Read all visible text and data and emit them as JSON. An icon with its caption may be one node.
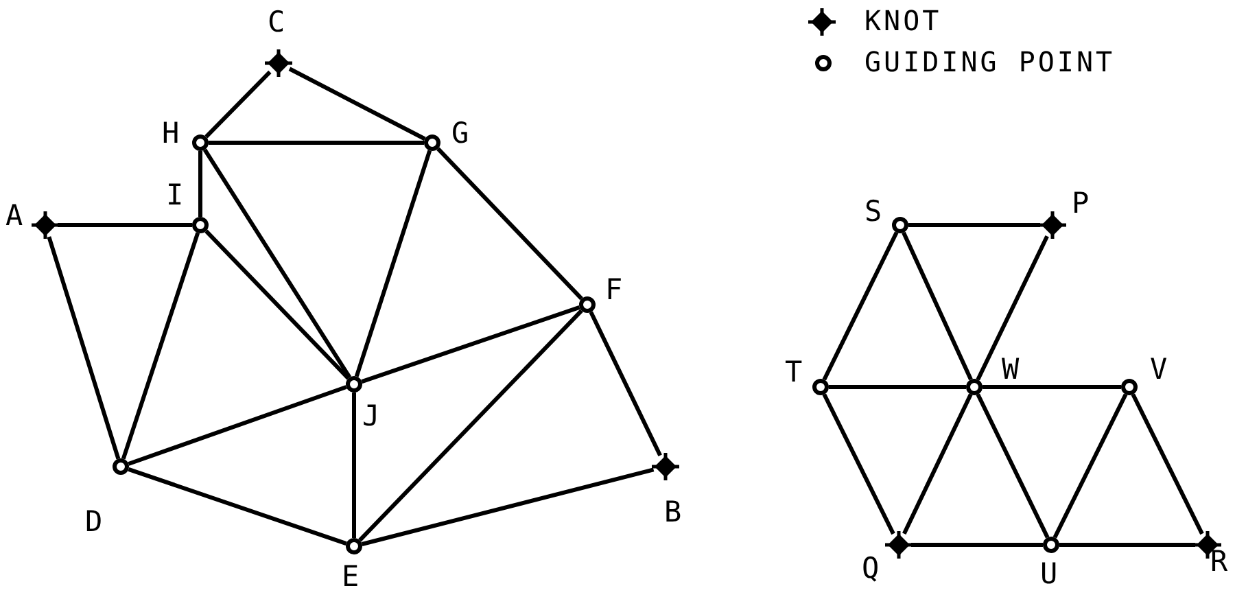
{
  "diagram": {
    "nodes": [
      {
        "text": [],
        "shape": "diamond",
        "beside": [
          "C"
        ]
      },
      {
        "text": [],
        "shape": "circle",
        "beside": [
          "H"
        ]
      },
      {
        "text": [],
        "shape": "circle",
        "beside": [
          "G"
        ]
      },
      {
        "text": [],
        "shape": "diamond",
        "beside": [
          "A"
        ]
      },
      {
        "text": [],
        "shape": "circle",
        "beside": [
          "I"
        ]
      },
      {
        "text": [],
        "shape": "circle",
        "beside": [
          "F"
        ]
      },
      {
        "text": [],
        "shape": "circle",
        "beside": [
          "J"
        ]
      },
      {
        "text": [],
        "shape": "circle",
        "beside": [
          "D"
        ]
      },
      {
        "text": [],
        "shape": "diamond",
        "beside": [
          "B"
        ]
      },
      {
        "text": [],
        "shape": "circle",
        "beside": [
          "E"
        ]
      },
      {
        "text": [],
        "shape": "circle",
        "beside": [
          "S"
        ]
      },
      {
        "text": [],
        "shape": "diamond",
        "beside": [
          "P"
        ]
      },
      {
        "text": [],
        "shape": "circle",
        "beside": [
          "T"
        ]
      },
      {
        "text": [],
        "shape": "circle",
        "beside": [
          "W"
        ]
      },
      {
        "text": [],
        "shape": "circle",
        "beside": [
          "V"
        ]
      },
      {
        "text": [],
        "shape": "diamond",
        "beside": [
          "Q"
        ]
      },
      {
        "text": [],
        "shape": "circle",
        "beside": [
          "U"
        ]
      },
      {
        "text": [],
        "shape": "diamond",
        "beside": [
          "R"
        ]
      }
    ],
    "edges": [
      {
        "from": 0,
        "to": 1,
        "arrow": "none"
      },
      {
        "from": 0,
        "to": 2,
        "arrow": "none"
      },
      {
        "from": 1,
        "to": 2,
        "arrow": "none"
      },
      {
        "from": 1,
        "to": 4,
        "arrow": "none"
      },
      {
        "from": 1,
        "to": 6,
        "arrow": "none"
      },
      {
        "from": 4,
        "to": 6,
        "arrow": "none"
      },
      {
        "from": 3,
        "to": 4,
        "arrow": "none"
      },
      {
        "from": 3,
        "to": 7,
        "arrow": "none"
      },
      {
        "from": 4,
        "to": 7,
        "arrow": "none"
      },
      {
        "from": 2,
        "to": 6,
        "arrow": "none"
      },
      {
        "from": 2,
        "to": 5,
        "arrow": "none"
      },
      {
        "from": 7,
        "to": 6,
        "arrow": "none"
      },
      {
        "from": 6,
        "to": 5,
        "arrow": "none"
      },
      {
        "from": 7,
        "to": 9,
        "arrow": "none"
      },
      {
        "from": 6,
        "to": 9,
        "arrow": "none"
      },
      {
        "from": 9,
        "to": 5,
        "arrow": "none"
      },
      {
        "from": 9,
        "to": 8,
        "arrow": "none"
      },
      {
        "from": 5,
        "to": 8,
        "arrow": "none"
      },
      {
        "from": 10,
        "to": 11,
        "arrow": "none"
      },
      {
        "from": 10,
        "to": 12,
        "arrow": "none"
      },
      {
        "from": 10,
        "to": 13,
        "arrow": "none"
      },
      {
        "from": 11,
        "to": 13,
        "arrow": "none"
      },
      {
        "from": 12,
        "to": 13,
        "arrow": "none"
      },
      {
        "from": 13,
        "to": 14,
        "arrow": "none"
      },
      {
        "from": 12,
        "to": 15,
        "arrow": "none"
      },
      {
        "from": 13,
        "to": 15,
        "arrow": "none"
      },
      {
        "from": 13,
        "to": 16,
        "arrow": "none"
      },
      {
        "from": 14,
        "to": 16,
        "arrow": "none"
      },
      {
        "from": 14,
        "to": 17,
        "arrow": "none"
      },
      {
        "from": 15,
        "to": 16,
        "arrow": "none"
      },
      {
        "from": 16,
        "to": 17,
        "arrow": "none"
      }
    ],
    "legend": [
      {
        "text": "KNOT"
      },
      {
        "text": "GUIDING POINT"
      }
    ]
  }
}
